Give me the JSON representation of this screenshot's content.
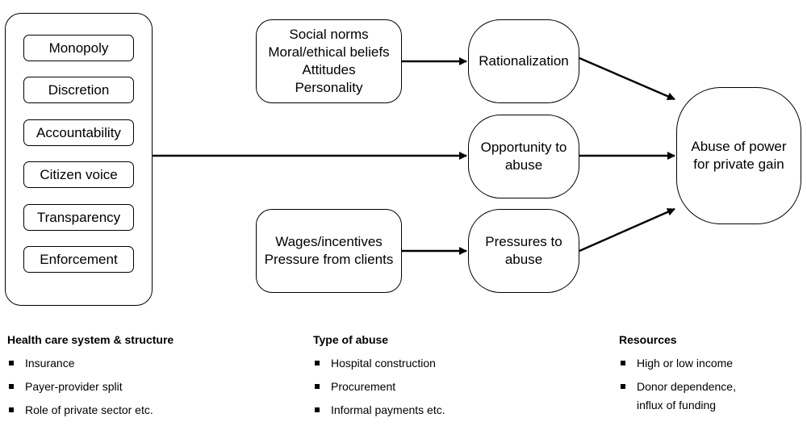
{
  "left_panel": {
    "items": [
      "Monopoly",
      "Discretion",
      "Accountability",
      "Citizen voice",
      "Transparency",
      "Enforcement"
    ]
  },
  "factors_top": [
    "Social norms",
    "Moral/ethical beliefs",
    "Attitudes",
    "Personality"
  ],
  "factors_bottom": [
    "Wages/incentives",
    "Pressure from clients"
  ],
  "rationalization": "Rationalization",
  "opportunity": [
    "Opportunity to",
    "abuse"
  ],
  "pressures": [
    "Pressures to",
    "abuse"
  ],
  "outcome": [
    "Abuse of power",
    "for private gain"
  ],
  "sections": [
    {
      "title": "Health care system & structure",
      "items": [
        "Insurance",
        "Payer-provider split",
        "Role of private sector etc."
      ]
    },
    {
      "title": "Type of abuse",
      "items": [
        "Hospital construction",
        "Procurement",
        "Informal payments etc."
      ]
    },
    {
      "title": "Resources",
      "items": [
        "High or low income",
        "Donor dependence,"
      ],
      "continuation": "influx of funding"
    }
  ]
}
